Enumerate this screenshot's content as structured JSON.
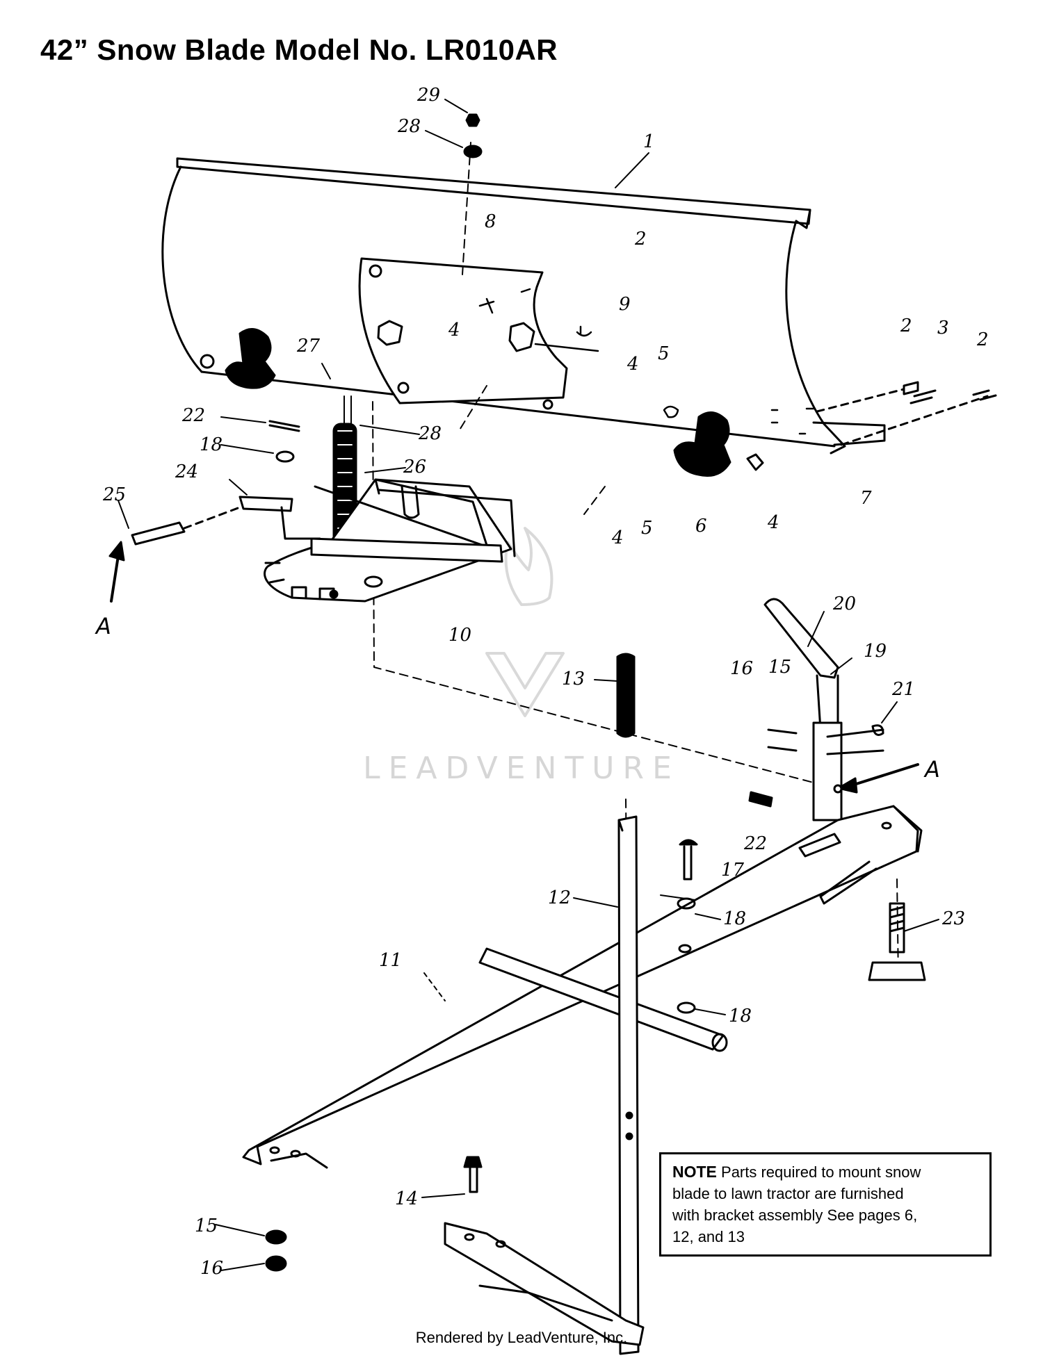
{
  "page": {
    "title": "42” Snow Blade Model No. LR010AR",
    "watermark": "LEADVENTURE",
    "footer": "Rendered by LeadVenture, Inc."
  },
  "note": {
    "label": "NOTE",
    "lines": [
      "Parts required to mount snow",
      "blade to lawn tractor are furnished",
      "with bracket assembly  See pages 6,",
      "12, and 13"
    ]
  },
  "callouts": {
    "c1": "1",
    "c2a": "2",
    "c2b": "2",
    "c2c": "2",
    "c3": "3",
    "c4a": "4",
    "c4b": "4",
    "c4c": "4",
    "c4d": "4",
    "c5a": "5",
    "c5b": "5",
    "c6": "6",
    "c7": "7",
    "c8": "8",
    "c9": "9",
    "c10": "10",
    "c11": "11",
    "c12": "12",
    "c13": "13",
    "c14": "14",
    "c15a": "15",
    "c15b": "15",
    "c16a": "16",
    "c16b": "16",
    "c17": "17",
    "c18a": "18",
    "c18b": "18",
    "c18c": "18",
    "c19": "19",
    "c20": "20",
    "c21": "21",
    "c22a": "22",
    "c22b": "22",
    "c23": "23",
    "c24": "24",
    "c25": "25",
    "c26": "26",
    "c27": "27",
    "c28a": "28",
    "c28b": "28",
    "c29": "29",
    "cA1": "A",
    "cA2": "A"
  },
  "colors": {
    "ink": "#000000",
    "watermark": "#d6d6d6"
  }
}
